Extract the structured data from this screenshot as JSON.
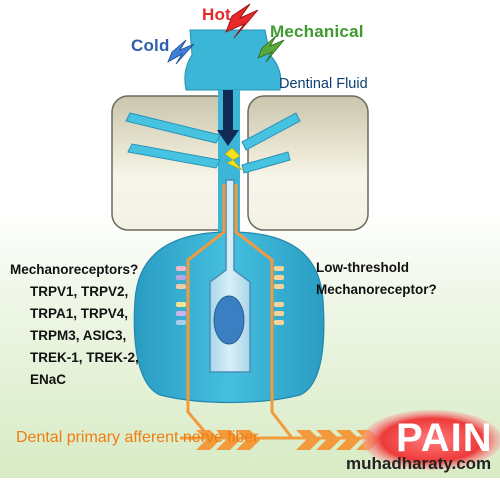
{
  "stimuli": {
    "cold": "Cold",
    "hot": "Hot",
    "mechanical": "Mechanical"
  },
  "labels": {
    "dentinal_fluid": "Dentinal Fluid",
    "nerve_fiber": "Dental primary afferent nerve fiber",
    "pain": "PAIN",
    "watermark": "muhadharaty.com"
  },
  "left_receptors": {
    "heading": "Mechanoreceptors?",
    "channels": [
      "TRPV1, TRPV2,",
      "TRPA1, TRPV4,",
      "TRPM3, ASIC3,",
      "TREK-1, TREK-2,",
      "ENaC"
    ]
  },
  "right_receptors": {
    "line1": "Low-threshold",
    "line2": "Mechanoreceptor?"
  },
  "colors": {
    "cold": "#2e5fae",
    "hot": "#e8282a",
    "mechanical": "#3f9a2f",
    "tooth_blue": "#3bb6d6",
    "nerve_orange": "#f39a3c",
    "pain_red": "#ee3a3a"
  }
}
